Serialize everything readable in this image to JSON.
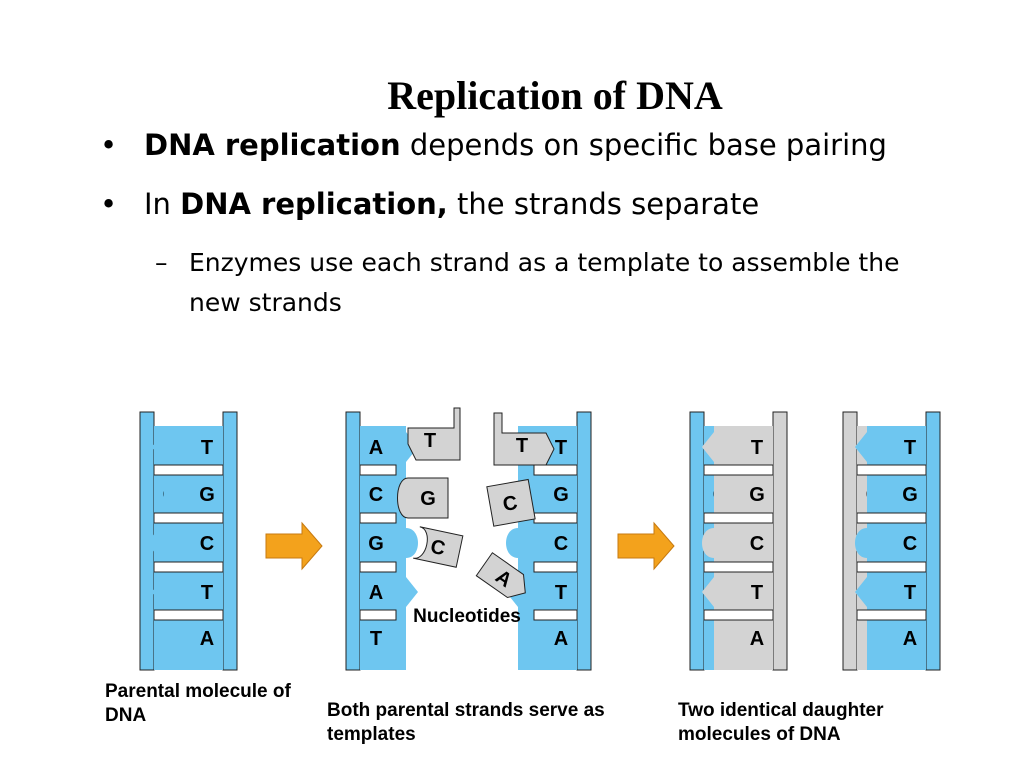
{
  "title": "Replication of DNA",
  "bullets": [
    {
      "marker": "•",
      "bold": "DNA replication",
      "rest": " depends on specific base pairing"
    },
    {
      "marker": "•",
      "pre": "In ",
      "bold": "DNA replication,",
      "rest": " the strands separate"
    },
    {
      "marker": "–",
      "text": "Enzymes use each strand as a template to assemble the new strands"
    }
  ],
  "diagram": {
    "labels": {
      "nucleotides": "Nucleotides",
      "parental": "Parental molecule of DNA",
      "templates": "Both parental strands serve as templates",
      "daughters": "Two identical daughter molecules of DNA"
    },
    "left_bases": [
      "A",
      "C",
      "G",
      "A",
      "T"
    ],
    "right_bases": [
      "T",
      "G",
      "C",
      "T",
      "A"
    ],
    "colors": {
      "parental": "#6ec6f0",
      "new": "#d3d3d3",
      "arrow": "#f3a21c"
    }
  }
}
